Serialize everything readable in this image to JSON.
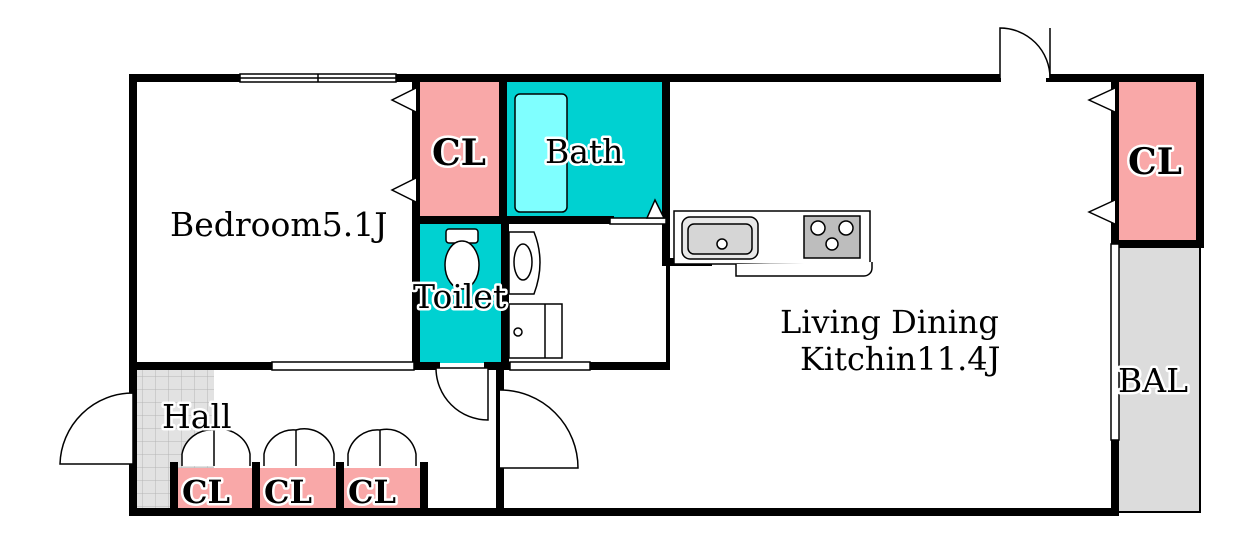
{
  "colors": {
    "wall": "#000000",
    "closet": "#f9a8a8",
    "wet_area": "#00d1d1",
    "tub": "#7fffff",
    "balcony": "#dcdcdc",
    "hall_tile": "#cfcfcf",
    "floor": "#ffffff"
  },
  "rooms": {
    "bedroom": "Bedroom5.1J",
    "ldk_line1": "Living Dining",
    "ldk_line2": "Kitchin11.4J",
    "bath": "Bath",
    "toilet": "Toilet",
    "hall": "Hall",
    "balcony": "BAL"
  },
  "closets": {
    "bedroom": "CL",
    "ldk": "CL",
    "hall_1": "CL",
    "hall_2": "CL",
    "hall_3": "CL"
  }
}
